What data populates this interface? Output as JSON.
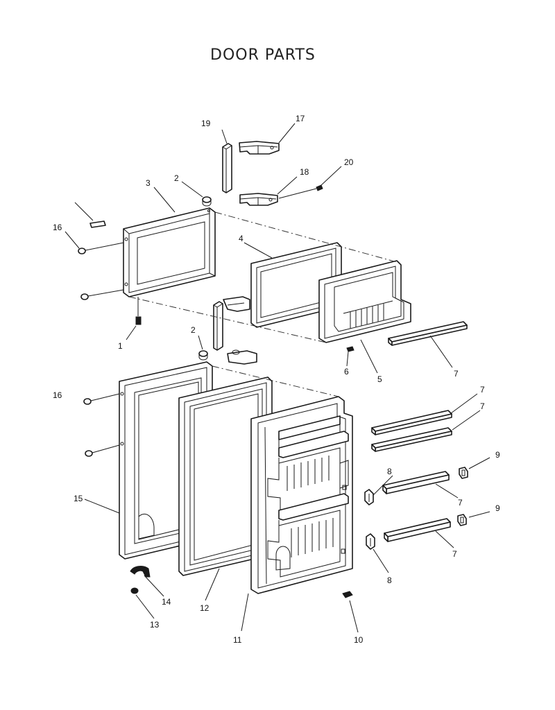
{
  "title": "DOOR PARTS",
  "callouts": [
    "1",
    "2",
    "2",
    "3",
    "4",
    "5",
    "6",
    "7",
    "7",
    "7",
    "7",
    "7",
    "8",
    "8",
    "9",
    "9",
    "10",
    "11",
    "12",
    "13",
    "14",
    "15",
    "16",
    "16",
    "17",
    "18",
    "19",
    "20"
  ]
}
